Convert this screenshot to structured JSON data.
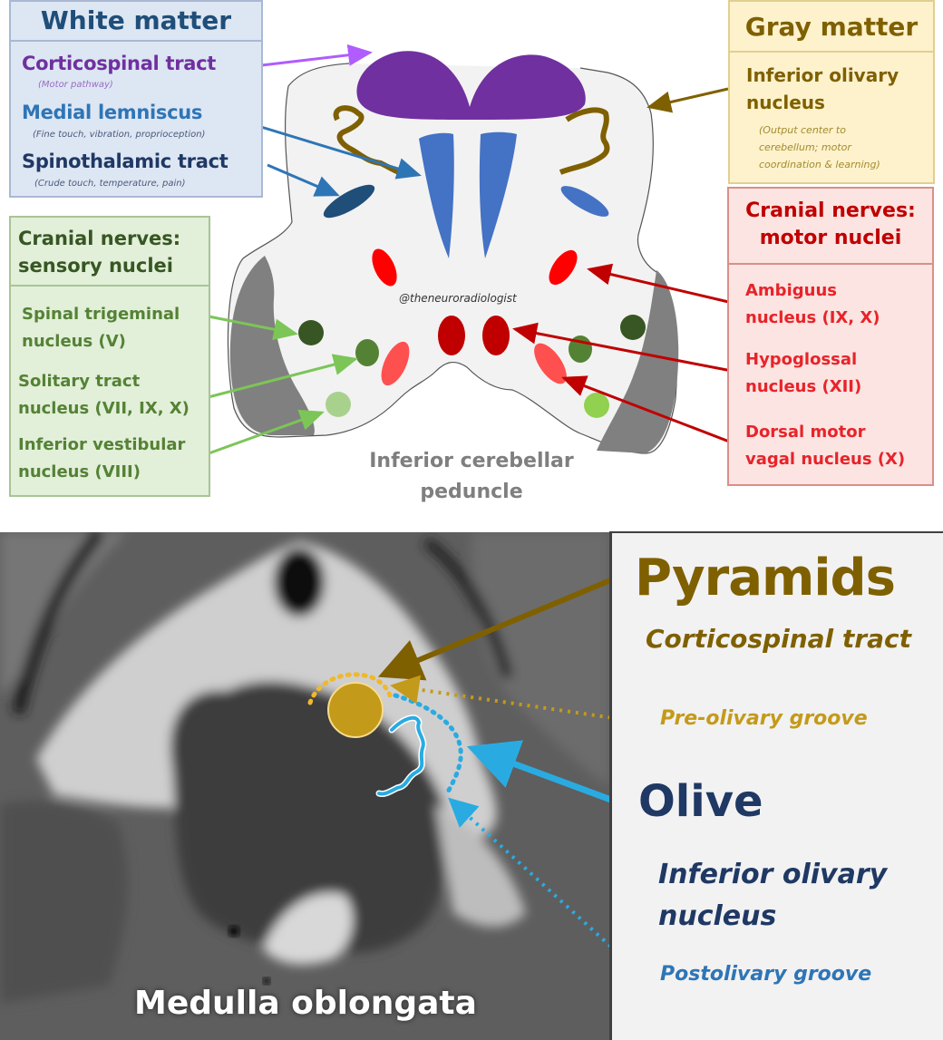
{
  "white_matter": {
    "title": "White matter",
    "items": [
      {
        "label": "Corticospinal tract",
        "note": "(Motor pathway)",
        "color": "#7030a0"
      },
      {
        "label": "Medial lemniscus",
        "note": "(Fine touch, vibration, proprioception)",
        "color": "#2e75b6"
      },
      {
        "label": "Spinothalamic tract",
        "note": "(Crude touch, temperature, pain)",
        "color": "#1f3864"
      }
    ]
  },
  "gray_matter": {
    "title": "Gray matter",
    "items": [
      {
        "label_lines": [
          "Inferior olivary",
          "nucleus"
        ],
        "note_lines": [
          "(Output center to",
          "cerebellum; motor",
          "coordination & learning)"
        ],
        "color": "#7f6000"
      }
    ]
  },
  "sensory_nuclei": {
    "title_lines": [
      "Cranial nerves:",
      "sensory nuclei"
    ],
    "items": [
      {
        "lines": [
          "Spinal trigeminal",
          "nucleus (V)"
        ],
        "color": "#375623"
      },
      {
        "lines": [
          "Solitary tract",
          "nucleus (VII, IX, X)"
        ],
        "color": "#548235"
      },
      {
        "lines": [
          "Inferior vestibular",
          "nucleus (VIII)"
        ],
        "color": "#a9d18e"
      }
    ]
  },
  "motor_nuclei": {
    "title_lines": [
      "Cranial nerves:",
      "motor nuclei"
    ],
    "items": [
      {
        "lines": [
          "Ambiguus",
          "nucleus (IX, X)"
        ],
        "color": "#ff0000"
      },
      {
        "lines": [
          "Hypoglossal",
          "nucleus (XII)"
        ],
        "color": "#c00000"
      },
      {
        "lines": [
          "Dorsal motor",
          "vagal nucleus (X)"
        ],
        "color": "#ff5050"
      }
    ]
  },
  "diagram": {
    "watermark": "@theneuroradiologist",
    "icp_label_lines": [
      "Inferior cerebellar",
      "peduncle"
    ]
  },
  "mri": {
    "title": "Medulla oblongata",
    "pyramids": {
      "title": "Pyramids",
      "subtitle": "Corticospinal tract",
      "color": "#7f6000"
    },
    "preolivary": {
      "label": "Pre-olivary groove",
      "color": "#c49a1a"
    },
    "olive": {
      "title": "Olive",
      "subtitle_lines": [
        "Inferior olivary",
        "nucleus"
      ],
      "color": "#1f3864"
    },
    "postolivary": {
      "label": "Postolivary groove",
      "color": "#29abe2"
    }
  }
}
